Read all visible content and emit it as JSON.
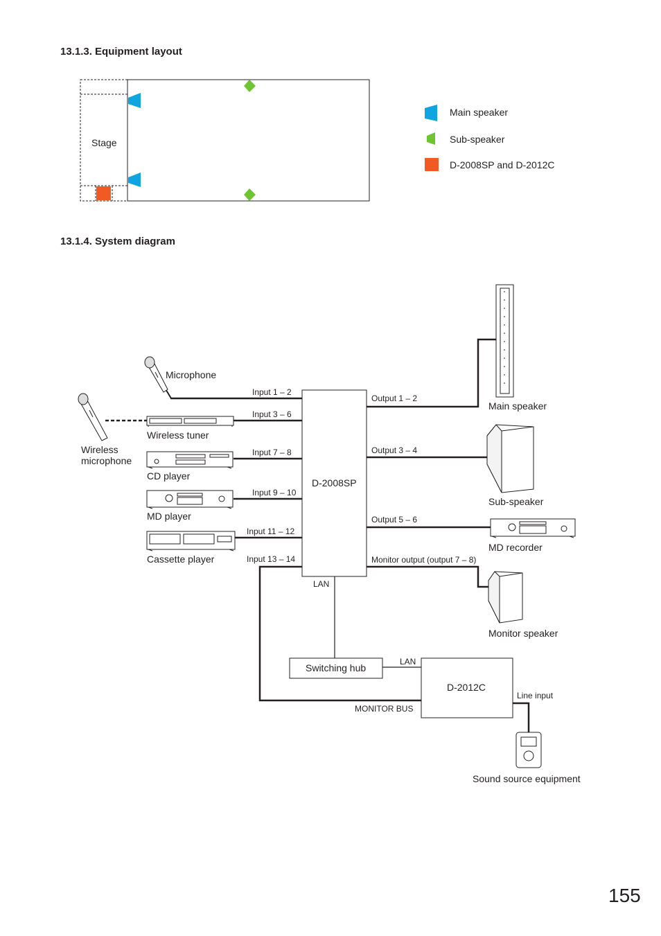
{
  "sections": {
    "layout_title": "13.1.3. Equipment layout",
    "system_title": "13.1.4. System diagram"
  },
  "layout": {
    "stage_label": "Stage",
    "legend": [
      {
        "label": "Main speaker",
        "color": "#0ea5e0"
      },
      {
        "label": "Sub-speaker",
        "color": "#6ec531"
      },
      {
        "label": "D-2008SP and D-2012C",
        "color": "#f15a22"
      }
    ]
  },
  "devices": {
    "microphone": "Microphone",
    "wireless_microphone": "Wireless\nmicrophone",
    "wireless_tuner": "Wireless tuner",
    "cd_player": "CD player",
    "md_player": "MD player",
    "cassette_player": "Cassette player",
    "main_speaker": "Main speaker",
    "sub_speaker": "Sub-speaker",
    "md_recorder": "MD recorder",
    "monitor_speaker": "Monitor speaker",
    "sound_source": "Sound source equipment",
    "d2008sp": "D-2008SP",
    "switching_hub": "Switching hub",
    "d2012c": "D-2012C"
  },
  "ports": {
    "in_1_2": "Input 1 – 2",
    "in_3_6": "Input 3 – 6",
    "in_7_8": "Input 7 – 8",
    "in_9_10": "Input 9 – 10",
    "in_11_12": "Input 11 – 12",
    "in_13_14": "Input 13 – 14",
    "out_1_2": "Output 1 – 2",
    "out_3_4": "Output 3 – 4",
    "out_5_6": "Output 5 – 6",
    "monitor_out": "Monitor output (output 7 – 8)",
    "lan_sp": "LAN",
    "lan_c": "LAN",
    "monitor_bus": "MONITOR BUS",
    "line_input": "Line input"
  },
  "page_number": "155"
}
